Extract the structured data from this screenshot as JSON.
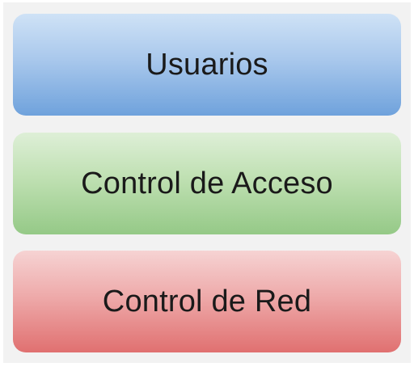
{
  "layers": [
    {
      "label": "Usuarios",
      "color": "#a9c8ec"
    },
    {
      "label": "Control de Acceso",
      "color": "#bfe0b2"
    },
    {
      "label": "Control de Red",
      "color": "#eeaaaa"
    }
  ]
}
